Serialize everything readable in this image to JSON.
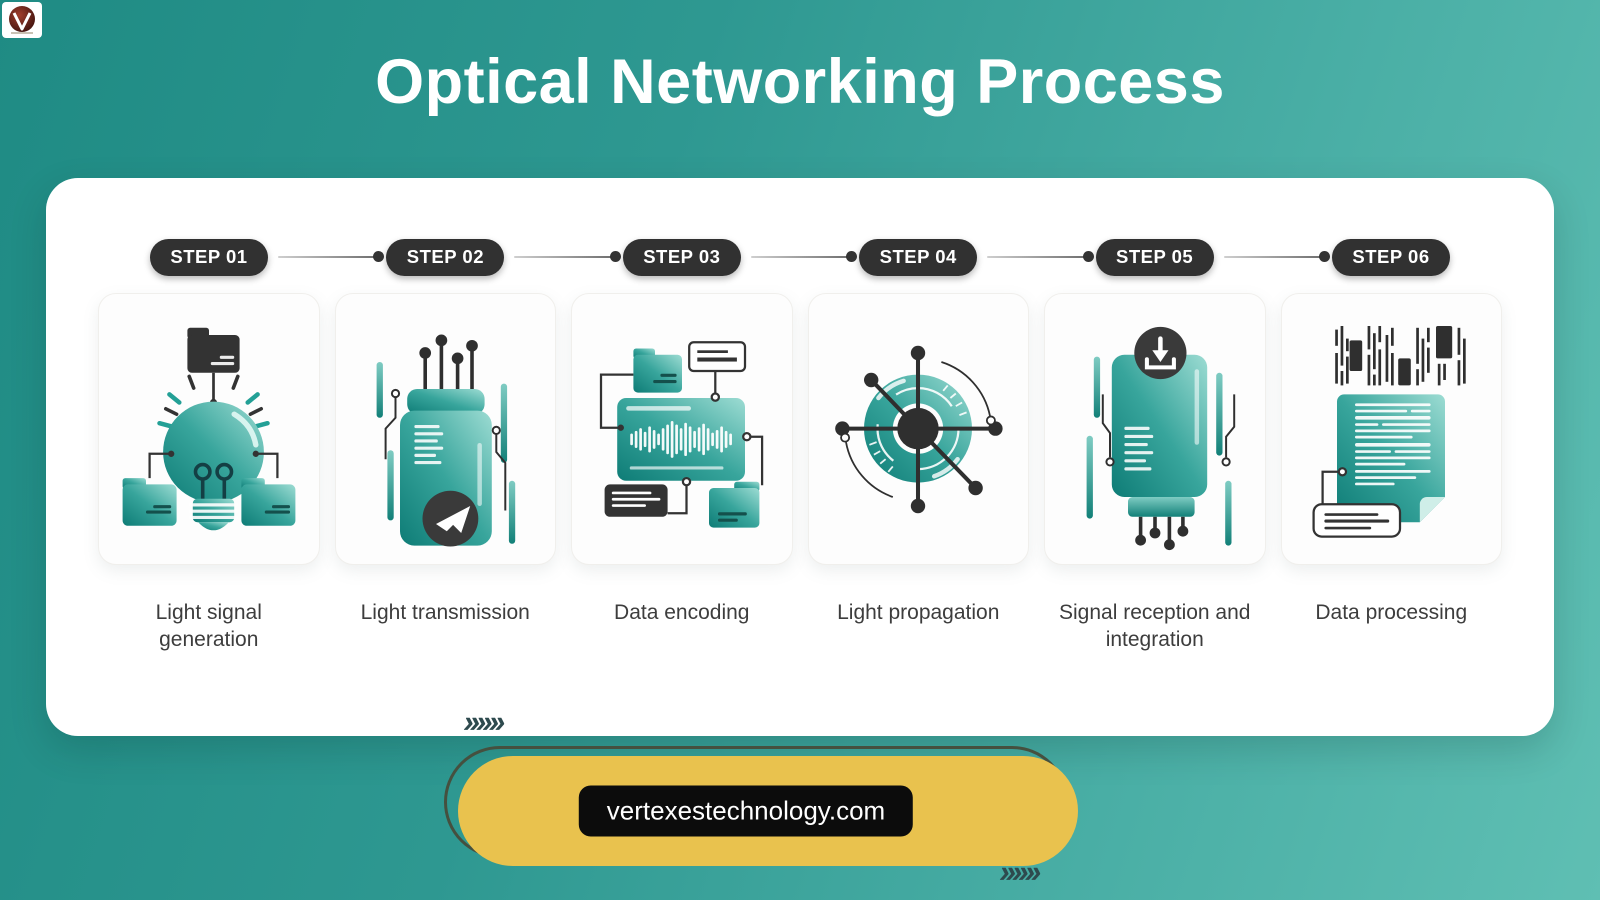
{
  "title": "Optical Networking Process",
  "brand": {
    "monogram": "V"
  },
  "steps": [
    {
      "badge": "STEP 01",
      "label": "Light signal generation",
      "icon": "light-bulb"
    },
    {
      "badge": "STEP 02",
      "label": "Light transmission",
      "icon": "fiber-cable"
    },
    {
      "badge": "STEP 03",
      "label": "Data encoding",
      "icon": "waveform-screen"
    },
    {
      "badge": "STEP 04",
      "label": "Light propagation",
      "icon": "radial-hub"
    },
    {
      "badge": "STEP 05",
      "label": "Signal reception and integration",
      "icon": "receiver-chip"
    },
    {
      "badge": "STEP 06",
      "label": "Data processing",
      "icon": "document-barcode"
    }
  ],
  "footer": {
    "website": "vertexestechnology.com",
    "chevrons": "››››››"
  },
  "colors": {
    "background_teal_dark": "#1f8b84",
    "background_teal_light": "#5fbfb3",
    "accent_teal": "#2a9d96",
    "badge": "#313131",
    "banner_yellow": "#e9c24e",
    "website_pill": "#0c0c0c",
    "chevron": "#2e4a4e"
  }
}
